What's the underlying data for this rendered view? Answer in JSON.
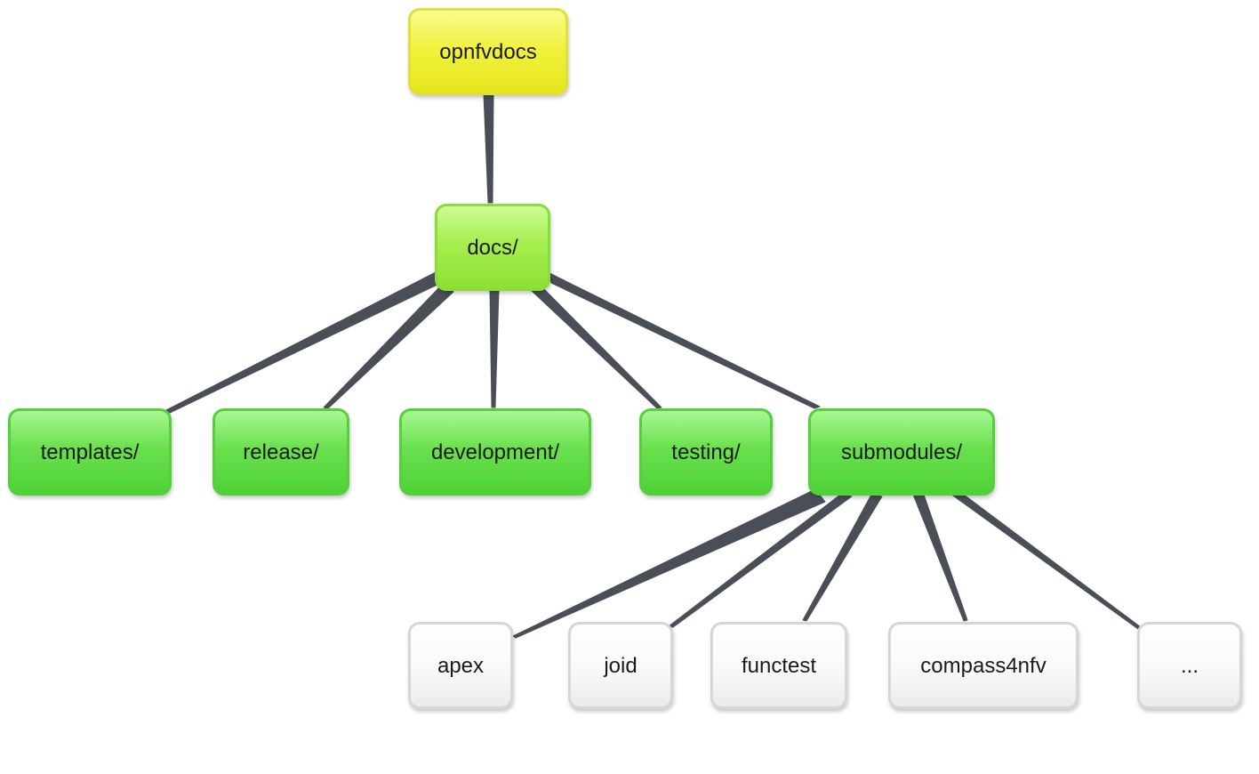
{
  "tree": {
    "root": {
      "label": "opnfvdocs"
    },
    "docs": {
      "label": "docs/"
    },
    "folders": [
      {
        "label": "templates/"
      },
      {
        "label": "release/"
      },
      {
        "label": "development/"
      },
      {
        "label": "testing/"
      },
      {
        "label": "submodules/"
      }
    ],
    "submodules": [
      {
        "label": "apex"
      },
      {
        "label": "joid"
      },
      {
        "label": "functest"
      },
      {
        "label": "compass4nfv"
      },
      {
        "label": "..."
      }
    ]
  },
  "colors": {
    "root": "#f1f140",
    "docs": "#a6ee4f",
    "folders": "#6be04f",
    "submodules": "#f5f5f5",
    "connector": "#4a4f57"
  }
}
